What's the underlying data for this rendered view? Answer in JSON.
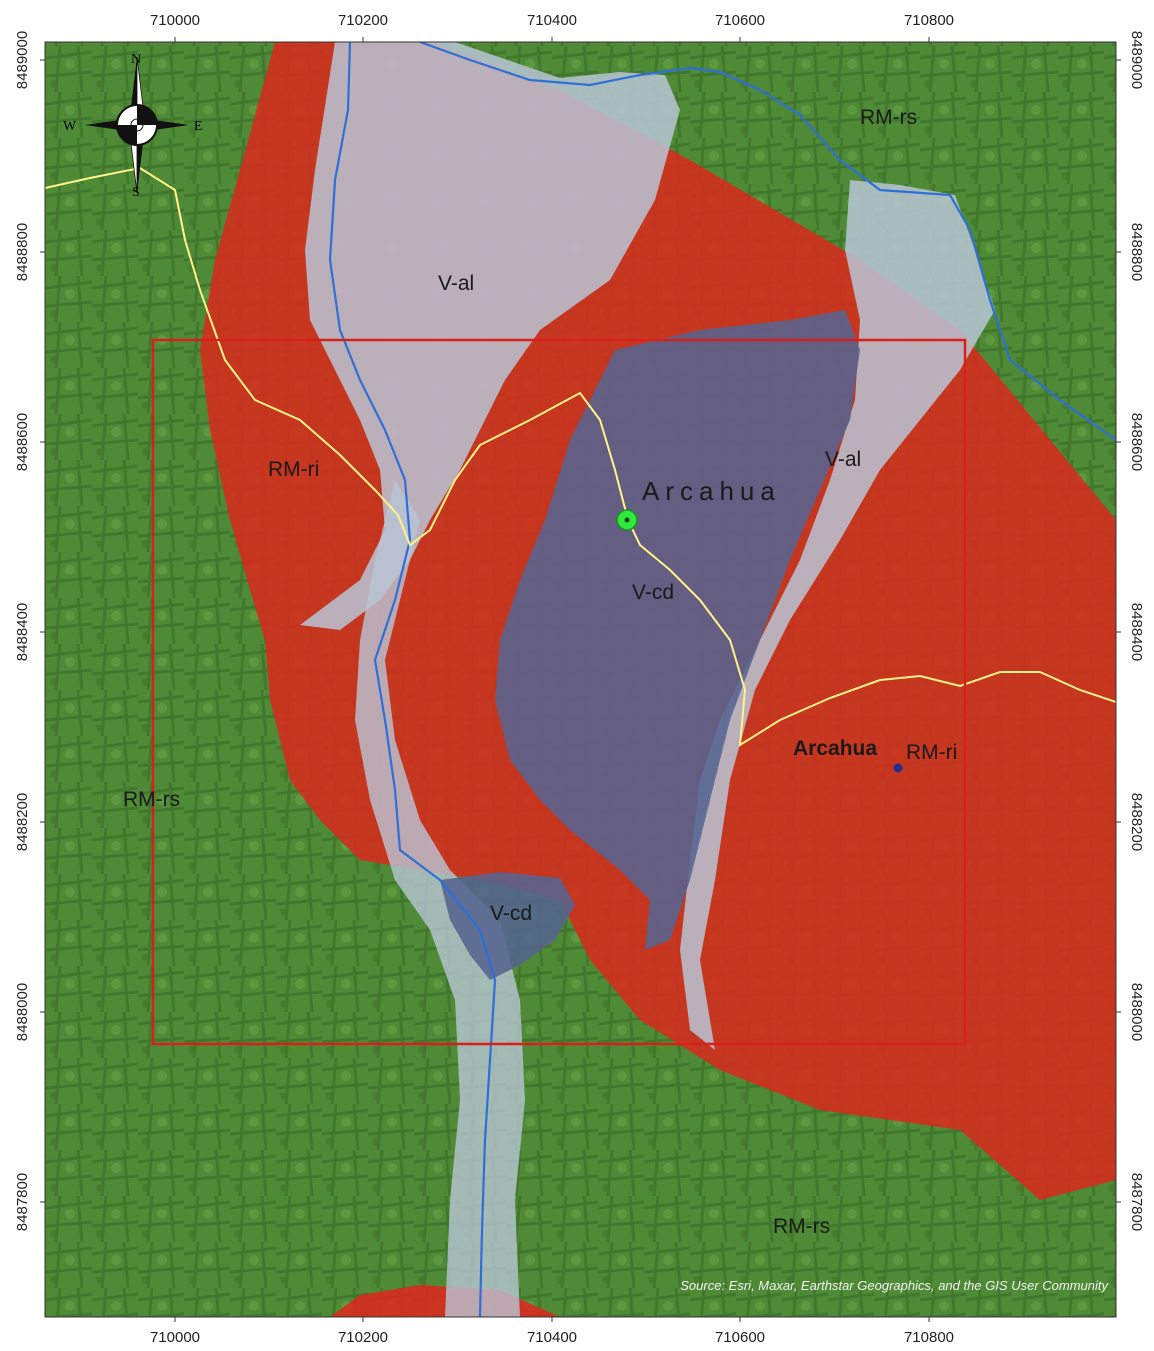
{
  "map": {
    "x_ticks": [
      "710000",
      "710200",
      "710400",
      "710600",
      "710800"
    ],
    "y_ticks": [
      "8489000",
      "8488800",
      "8488600",
      "8488400",
      "8488200",
      "8488000",
      "8487800"
    ],
    "unit_labels": {
      "rm_rs_ne": "RM-rs",
      "rm_rs_w": "RM-rs",
      "rm_rs_s": "RM-rs",
      "v_al_n": "V-al",
      "v_al_e": "V-al",
      "rm_ri_w": "RM-ri",
      "rm_ri_e": "RM-ri",
      "v_cd_c": "V-cd",
      "v_cd_s": "V-cd"
    },
    "place": {
      "main": "Arcahua",
      "secondary": "Arcahua"
    },
    "compass": {
      "n": "N",
      "s": "S",
      "e": "E",
      "w": "W"
    },
    "credit": "Source: Esri, Maxar, Earthstar Geographics, and the GIS User Community",
    "colors": {
      "terrain": "#4f8a36",
      "rm_ri": "#e0241c",
      "v_al": "#b9c6d6",
      "v_cd": "#55648f",
      "river": "#2f6fd6",
      "road": "#fff38a",
      "study_area": "#d8201a",
      "town_marker": "#2ee83a"
    }
  }
}
